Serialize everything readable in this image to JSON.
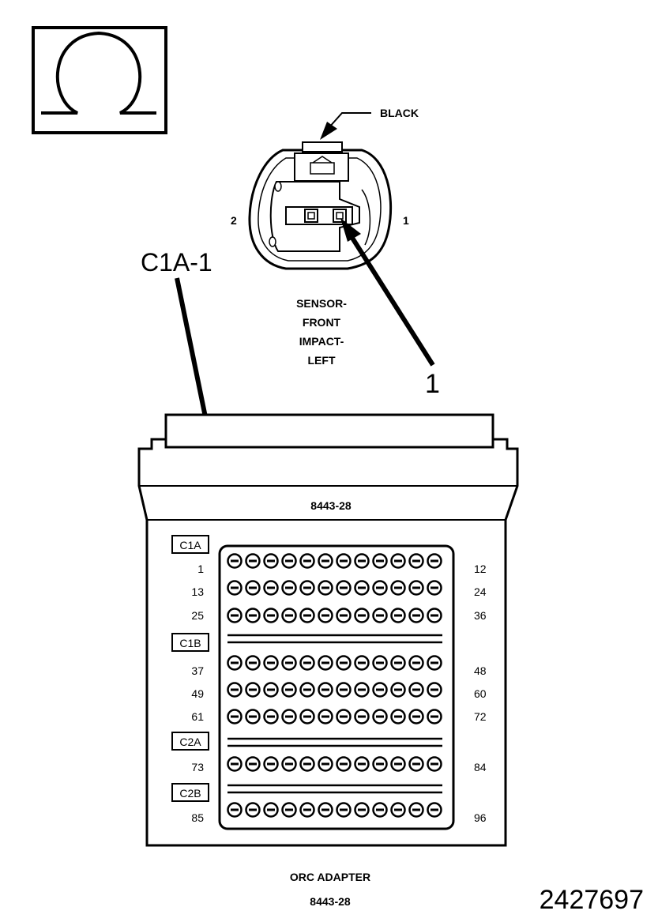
{
  "ohm_symbol": {
    "icon": "ohm-icon"
  },
  "sensor": {
    "wire_color_label": "BLACK",
    "pin_left": "2",
    "pin_right": "1",
    "name_lines": [
      "SENSOR-",
      "FRONT",
      "IMPACT-",
      "LEFT"
    ]
  },
  "callouts": {
    "adapter_pin": "C1A-1",
    "sensor_pin": "1"
  },
  "adapter": {
    "top_label": "8443-28",
    "sections": [
      {
        "label": "C1A",
        "rows": [
          {
            "start": "1",
            "end": "12"
          },
          {
            "start": "13",
            "end": "24"
          },
          {
            "start": "25",
            "end": "36"
          }
        ]
      },
      {
        "label": "C1B",
        "rows": [
          {
            "start": "37",
            "end": "48"
          },
          {
            "start": "49",
            "end": "60"
          },
          {
            "start": "61",
            "end": "72"
          }
        ]
      },
      {
        "label": "C2A",
        "rows": [
          {
            "start": "73",
            "end": "84"
          }
        ]
      },
      {
        "label": "C2B",
        "rows": [
          {
            "start": "85",
            "end": "96"
          }
        ]
      }
    ],
    "pins_per_row": 12
  },
  "caption": {
    "title": "ORC ADAPTER",
    "part_number": "8443-28"
  },
  "figure_id": "2427697"
}
